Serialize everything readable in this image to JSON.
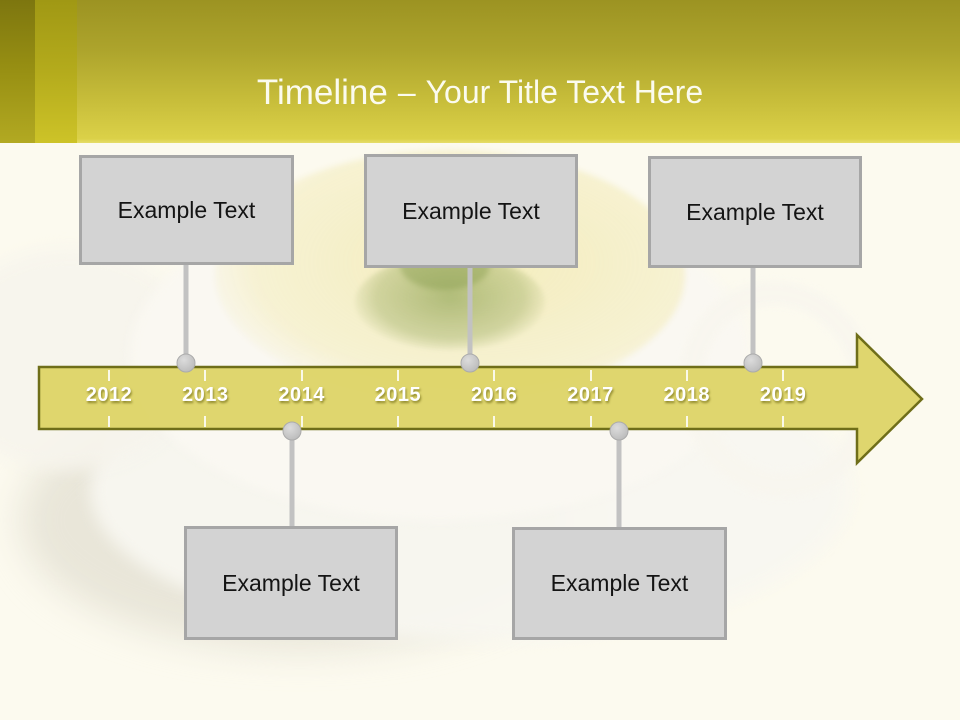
{
  "header": {
    "title_main": "Timeline",
    "title_separator": "–",
    "title_subtitle": "Your Title Text Here"
  },
  "timeline": {
    "years": [
      "2012",
      "2013",
      "2014",
      "2015",
      "2016",
      "2017",
      "2018",
      "2019"
    ]
  },
  "boxes": {
    "top": [
      {
        "label": "Example Text"
      },
      {
        "label": "Example Text"
      },
      {
        "label": "Example Text"
      }
    ],
    "bottom": [
      {
        "label": "Example Text"
      },
      {
        "label": "Example Text"
      }
    ]
  },
  "colors": {
    "banner_gradient_top": "#9c9322",
    "banner_gradient_bottom": "#dbd148",
    "accent_strip_dark": "#7d760f",
    "accent_strip_medium": "#a09814",
    "arrow_fill": "#ddd466",
    "arrow_border": "#6f6e19",
    "year_text": "#ffffff",
    "box_fill": "#d3d3d3",
    "box_border": "#a6a6a6",
    "connector_gray": "#c2c2c2",
    "title_text": "#fbfbef",
    "page_background": "#fcfaef"
  }
}
